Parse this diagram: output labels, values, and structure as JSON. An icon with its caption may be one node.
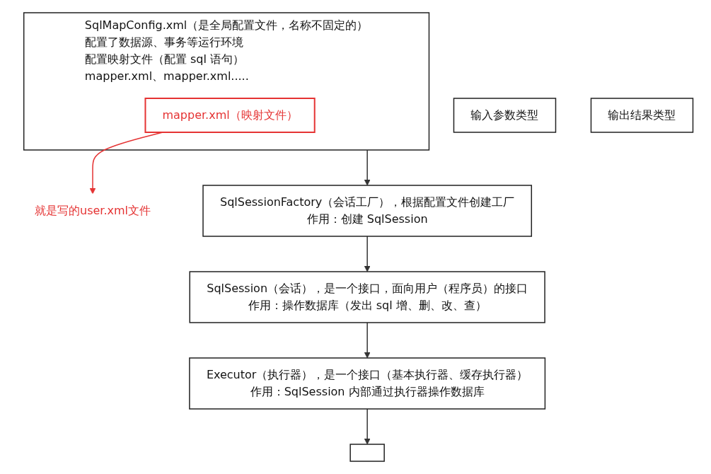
{
  "diagram": {
    "nodes": [
      {
        "text": [
          "SqlMapConfig.xml（是全局配置文件，名称不固定的）",
          "配置了数据源、事务等运行环境",
          "配置映射文件（配置 sql 语句）",
          "mapper.xml、mapper.xml....."
        ]
      },
      {
        "text": [
          "mapper.xml（映射文件）"
        ],
        "in": 0
      },
      {
        "text": [
          "就是写的user.xml文件"
        ]
      },
      {
        "text": [
          "SqlSessionFactory（会话工厂），根据配置文件创建工厂",
          "作用：创建 SqlSession"
        ]
      },
      {
        "text": [
          "SqlSession（会话），是一个接口，面向用户（程序员）的接口",
          "作用：操作数据库（发出 sql 增、删、改、查）"
        ]
      },
      {
        "text": [
          "Executor（执行器），是一个接口（基本执行器、缓存执行器）",
          "作用：SqlSession 内部通过执行器操作数据库"
        ]
      },
      {
        "text": [],
        "shape": "box"
      },
      {
        "text": [
          "输入参数类型"
        ]
      },
      {
        "text": [
          "输出结果类型"
        ]
      }
    ],
    "edges": [
      {
        "from": 1,
        "to": 2,
        "arrow": "to",
        "color": "#e53333"
      },
      {
        "from": 0,
        "to": 3,
        "arrow": "to"
      },
      {
        "from": 3,
        "to": 4,
        "arrow": "to"
      },
      {
        "from": 4,
        "to": 5,
        "arrow": "to"
      },
      {
        "from": 5,
        "to": 6,
        "arrow": "to"
      }
    ]
  }
}
